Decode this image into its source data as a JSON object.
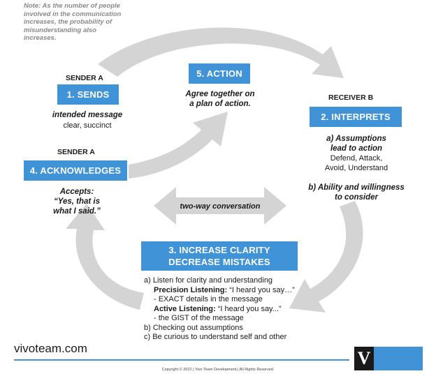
{
  "note": "Note: As the number of people involved in the communication increases, the probability of misunderstanding also increases.",
  "sender_a_top": "SENDER A",
  "sender_a_bottom": "SENDER A",
  "receiver_b": "RECEIVER B",
  "boxes": {
    "sends": "1. SENDS",
    "interprets": "2. INTERPRETS",
    "clarity_line1": "3. INCREASE CLARITY",
    "clarity_line2": "DECREASE MISTAKES",
    "acknowledges": "4. ACKNOWLEDGES",
    "action": "5. ACTION"
  },
  "sends_detail": {
    "title": "intended message",
    "sub": "clear, succinct"
  },
  "action_detail": {
    "line1": "Agree together on",
    "line2": "a plan of action."
  },
  "interprets_detail": {
    "a_line1": "a) Assumptions",
    "a_line2": "lead to action",
    "a_sub1": "Defend, Attack,",
    "a_sub2": "Avoid, Understand",
    "b_line1": "b) Ability and willingness",
    "b_line2": "to consider"
  },
  "acknowledges_detail": {
    "line1": "Accepts:",
    "line2": "“Yes, that is",
    "line3": "what I said.”"
  },
  "two_way": "two-way conversation",
  "clarity_list": {
    "a": "a)  Listen for clarity and understanding",
    "precision_label": "Precision Listening:",
    "precision_text": " “I heard you say…”",
    "exact": "- EXACT details in the message",
    "active_label": "Active Listening:",
    "active_text": " “I heard you say...”",
    "gist": "- the GIST of the message",
    "b": "b)  Checking out assumptions",
    "c": "c)  Be curious to understand self and other"
  },
  "brand": "vivoteam.com",
  "logo_letter": "V",
  "copyright": "Copyright © 2022 | Vivo Team Development | All Rights Reserved.",
  "colors": {
    "box": "#3f93d6",
    "arrow": "#d4d4d4"
  }
}
